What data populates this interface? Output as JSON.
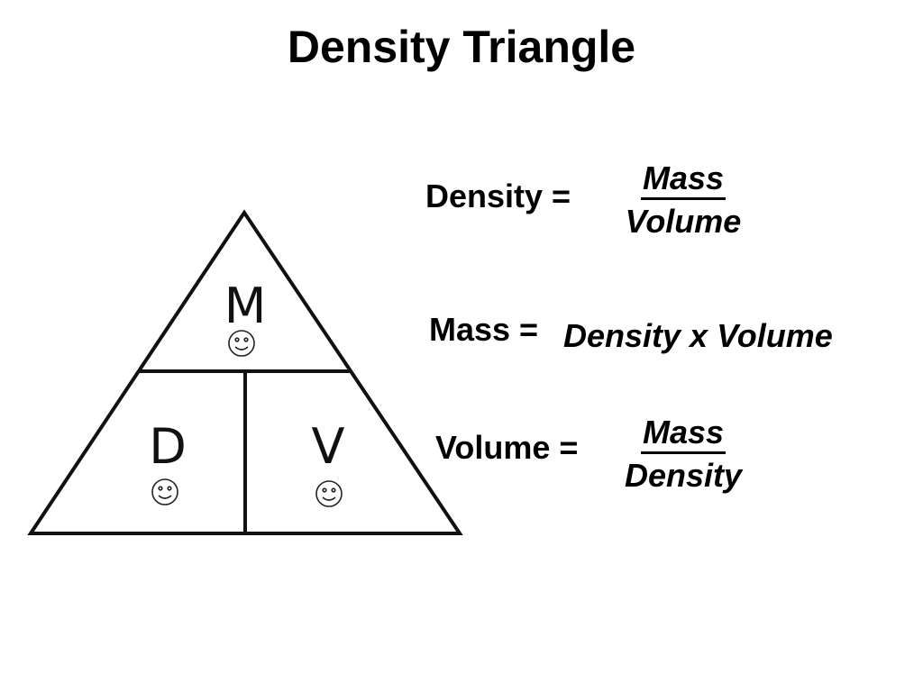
{
  "slide": {
    "title": "Density Triangle"
  },
  "triangle": {
    "top_letter": "M",
    "left_letter": "D",
    "right_letter": "V",
    "face_icon": "smiley-face-icon"
  },
  "formulas": {
    "density": {
      "lhs": "Density =",
      "numerator": "Mass",
      "denominator": "Volume"
    },
    "mass": {
      "lhs": "Mass =",
      "rhs": "Density x Volume"
    },
    "volume": {
      "lhs": "Volume =",
      "numerator": "Mass",
      "denominator": "Density"
    }
  }
}
